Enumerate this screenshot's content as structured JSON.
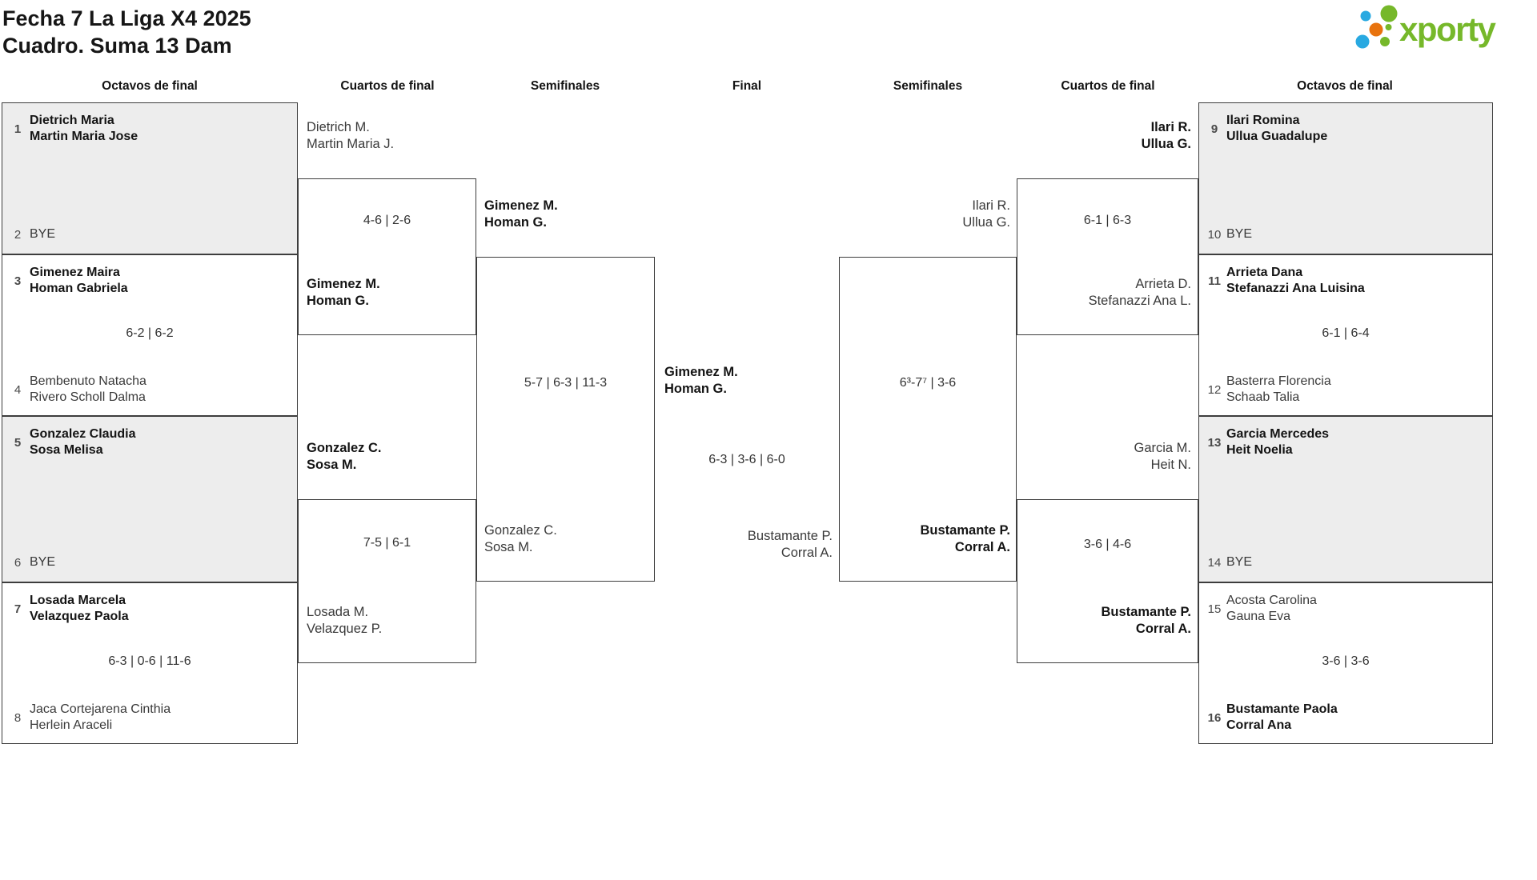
{
  "title": {
    "line1": "Fecha 7 La Liga X4 2025",
    "line2": "Cuadro. Suma 13 Dam"
  },
  "logo": {
    "text": "xporty"
  },
  "colors": {
    "logo_green": "#76b82a",
    "logo_blue": "#29a9e1",
    "logo_orange": "#e8730e",
    "box_gray": "#ededed",
    "border": "#3d3d3d"
  },
  "columns": [
    "Octavos de final",
    "Cuartos de final",
    "Semifinales",
    "Final",
    "Semifinales",
    "Cuartos de final",
    "Octavos de final"
  ],
  "octavos": [
    {
      "top": {
        "seed": "1",
        "line1": "Dietrich Maria",
        "line2": "Martin Maria Jose"
      },
      "bottom": {
        "seed": "2",
        "line1": "BYE"
      },
      "score": null
    },
    {
      "top": {
        "seed": "3",
        "line1": "Gimenez Maira",
        "line2": "Homan Gabriela"
      },
      "bottom": {
        "seed": "4",
        "line1": "Bembenuto Natacha",
        "line2": "Rivero Scholl Dalma"
      },
      "score": "6-2 | 6-2"
    },
    {
      "top": {
        "seed": "5",
        "line1": "Gonzalez Claudia",
        "line2": "Sosa Melisa"
      },
      "bottom": {
        "seed": "6",
        "line1": "BYE"
      },
      "score": null
    },
    {
      "top": {
        "seed": "7",
        "line1": "Losada Marcela",
        "line2": "Velazquez Paola"
      },
      "bottom": {
        "seed": "8",
        "line1": "Jaca Cortejarena Cinthia",
        "line2": "Herlein Araceli"
      },
      "score": "6-3 | 0-6 | 11-6"
    },
    {
      "top": {
        "seed": "9",
        "line1": "Ilari Romina",
        "line2": "Ullua Guadalupe"
      },
      "bottom": {
        "seed": "10",
        "line1": "BYE"
      },
      "score": null
    },
    {
      "top": {
        "seed": "11",
        "line1": "Arrieta Dana",
        "line2": "Stefanazzi Ana Luisina"
      },
      "bottom": {
        "seed": "12",
        "line1": "Basterra Florencia",
        "line2": "Schaab Talia"
      },
      "score": "6-1 | 6-4"
    },
    {
      "top": {
        "seed": "13",
        "line1": "Garcia Mercedes",
        "line2": "Heit Noelia"
      },
      "bottom": {
        "seed": "14",
        "line1": "BYE"
      },
      "score": null
    },
    {
      "top": {
        "seed": "15",
        "line1": "Acosta Carolina",
        "line2": "Gauna Eva"
      },
      "bottom": {
        "seed": "16",
        "line1": "Bustamante Paola",
        "line2": "Corral Ana"
      },
      "score": "3-6 | 3-6"
    }
  ],
  "matches": {
    "left_qf1": {
      "top": {
        "line1": "Dietrich M.",
        "line2": "Martin Maria J."
      },
      "bottom": {
        "line1": "Gimenez M.",
        "line2": "Homan G."
      },
      "score": "4-6 | 2-6"
    },
    "left_qf2": {
      "top": {
        "line1": "Gonzalez C.",
        "line2": "Sosa M."
      },
      "bottom": {
        "line1": "Losada M.",
        "line2": "Velazquez P."
      },
      "score": "7-5 | 6-1"
    },
    "left_sf": {
      "top": {
        "line1": "Gimenez M.",
        "line2": "Homan G."
      },
      "bottom": {
        "line1": "Gonzalez C.",
        "line2": "Sosa M."
      },
      "score": "5-7 | 6-3 | 11-3"
    },
    "final": {
      "top": {
        "line1": "Gimenez M.",
        "line2": "Homan G."
      },
      "bottom": {
        "line1": "Bustamante P.",
        "line2": "Corral A."
      },
      "score": "6-3 | 3-6 | 6-0"
    },
    "right_sf": {
      "top": {
        "line1": "Ilari R.",
        "line2": "Ullua G."
      },
      "bottom": {
        "line1": "Bustamante P.",
        "line2": "Corral A."
      },
      "score": "6³-7⁷ | 3-6"
    },
    "right_qf1": {
      "top": {
        "line1": "Ilari R.",
        "line2": "Ullua G."
      },
      "bottom": {
        "line1": "Arrieta D.",
        "line2": "Stefanazzi Ana L."
      },
      "score": "6-1 | 6-3"
    },
    "right_qf2": {
      "top": {
        "line1": "Garcia M.",
        "line2": "Heit N."
      },
      "bottom": {
        "line1": "Bustamante P.",
        "line2": "Corral A."
      },
      "score": "3-6 | 4-6"
    }
  }
}
